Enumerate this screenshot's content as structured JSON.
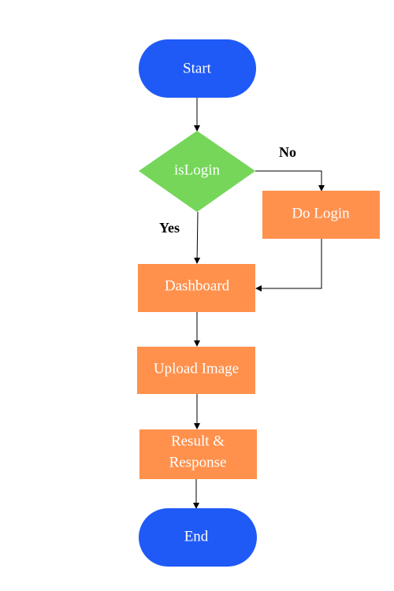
{
  "nodes": {
    "start": {
      "label": "Start",
      "shape": "terminal",
      "color": "#1f5af6"
    },
    "is_login": {
      "label": "isLogin",
      "shape": "decision",
      "color": "#75d65a"
    },
    "do_login": {
      "label": "Do Login",
      "shape": "process",
      "color": "#ff914d"
    },
    "dashboard": {
      "label": "Dashboard",
      "shape": "process",
      "color": "#ff914d"
    },
    "upload_image": {
      "label": "Upload Image",
      "shape": "process",
      "color": "#ff914d"
    },
    "result_response": {
      "label_line1": "Result &",
      "label_line2": "Response",
      "shape": "process",
      "color": "#ff914d"
    },
    "end": {
      "label": "End",
      "shape": "terminal",
      "color": "#1f5af6"
    }
  },
  "edges": {
    "no_label": "No",
    "yes_label": "Yes"
  }
}
